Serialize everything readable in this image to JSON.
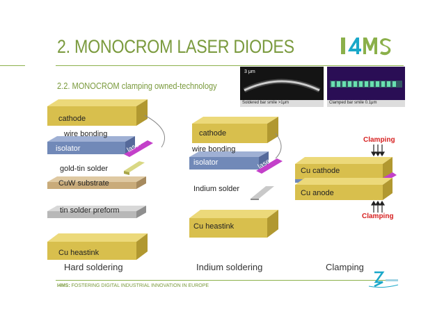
{
  "slide": {
    "title": "2. MONOCROM LASER DIODES",
    "subtitle": "2.2. MONOCROM clamping owned-technology",
    "logo_text": "I4MS",
    "footer_brand": "I4MS:",
    "footer_text": "FOSTERING DIGITAL INDUSTRIAL INNOVATION IN EUROPE"
  },
  "photos": {
    "left_scale": "3 μm",
    "left_caption": "Soldered bar smile >1μm",
    "right_caption": "Clamped bar smile 0.1μm"
  },
  "hard": {
    "cathode": "cathode",
    "wire": "wire bonding",
    "isolator": "isolator",
    "laser": "laser",
    "gold_tin": "gold-tin solder",
    "cuw": "CuW substrate",
    "tin": "tin solder preform",
    "heatsink": "Cu heastink",
    "section": "Hard soldering"
  },
  "indium": {
    "cathode": "cathode",
    "wire": "wire bonding",
    "isolator": "isolator",
    "laser": "laser",
    "solder": "Indium solder",
    "heatsink": "Cu heastink",
    "section": "Indium soldering"
  },
  "clamp": {
    "top": "Clamping",
    "cathode": "Cu cathode",
    "anode": "Cu anode",
    "bottom": "Clamping",
    "section": "Clamping"
  },
  "colors": {
    "accent": "#7a9a3d",
    "gold": "#d8bf4d",
    "isolator": "#7189b8",
    "cuw": "#c9ab7a",
    "tin": "#b8b8b8",
    "laser": "#c340c9",
    "clamp_red": "#d62020"
  }
}
